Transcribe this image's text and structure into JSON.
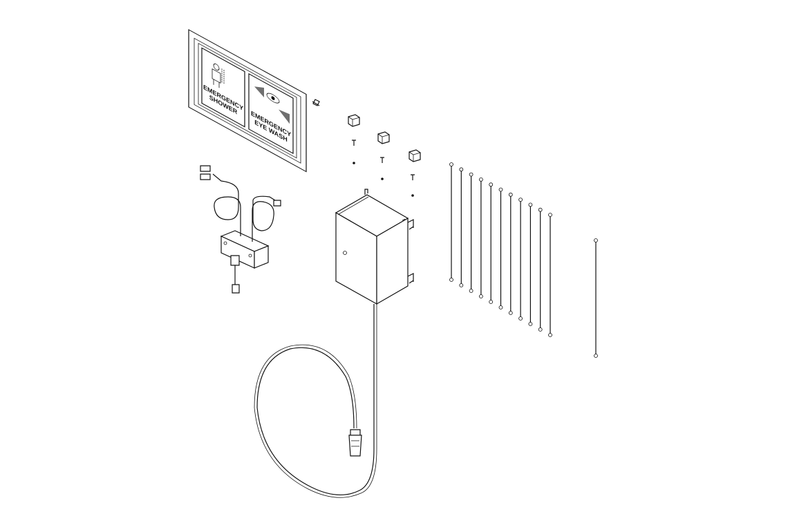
{
  "diagram": {
    "type": "exploded parts drawing",
    "sign_panel": {
      "left_sign": {
        "line1": "EMERGENCY",
        "line2": "SHOWER",
        "icon": "shower-person-icon"
      },
      "right_sign": {
        "line1": "EMERGENCY",
        "line2": "EYE WASH",
        "icon": "eye-wash-icon"
      }
    },
    "cord_count": 12
  }
}
